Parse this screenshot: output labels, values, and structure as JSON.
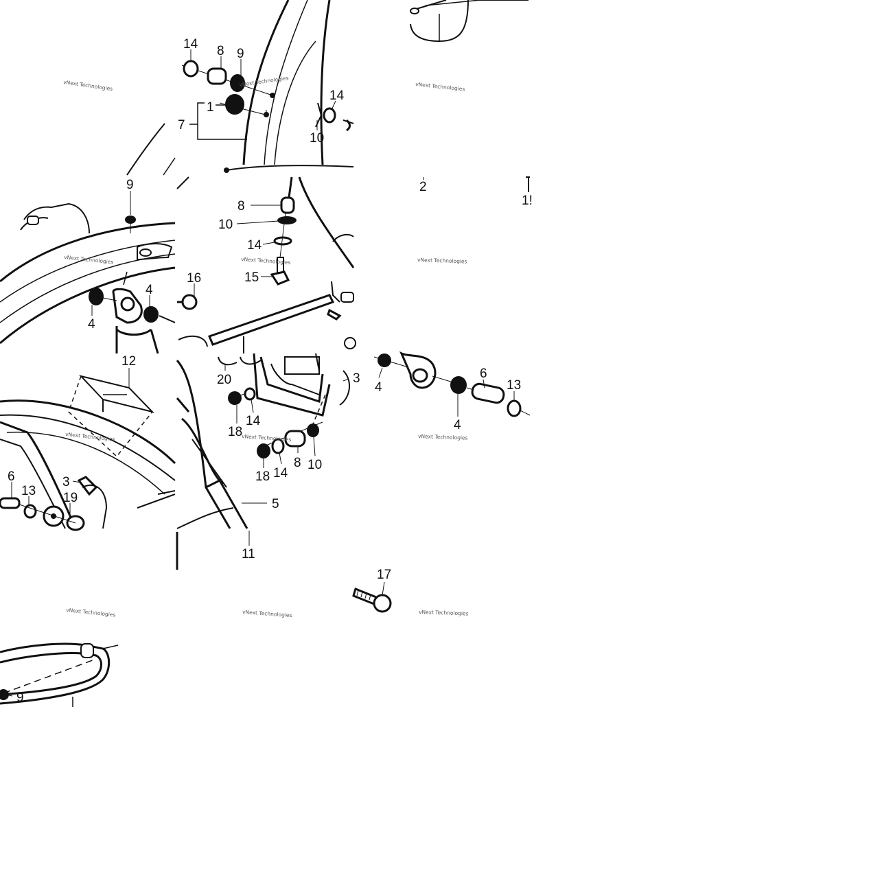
{
  "watermark": "vNext Technologies",
  "callouts": {
    "c01": "14",
    "c02": "8",
    "c03": "9",
    "c04": "1",
    "c05": "7",
    "c06": "14",
    "c07": "10",
    "c08": "2",
    "c09": "1!",
    "c10": "9",
    "c11": "16",
    "c12": "4",
    "c13": "4",
    "c14": "8",
    "c15": "10",
    "c16": "14",
    "c17": "15",
    "c18": "12",
    "c19": "6",
    "c20": "13",
    "c21": "19",
    "c22": "3",
    "c23": "20",
    "c24": "14",
    "c25": "18",
    "c26": "18",
    "c27": "14",
    "c28": "8",
    "c29": "10",
    "c30": "3",
    "c31": "5",
    "c32": "11",
    "c33": "4",
    "c34": "6",
    "c35": "13",
    "c36": "4",
    "c37": "17",
    "c38": "9"
  }
}
